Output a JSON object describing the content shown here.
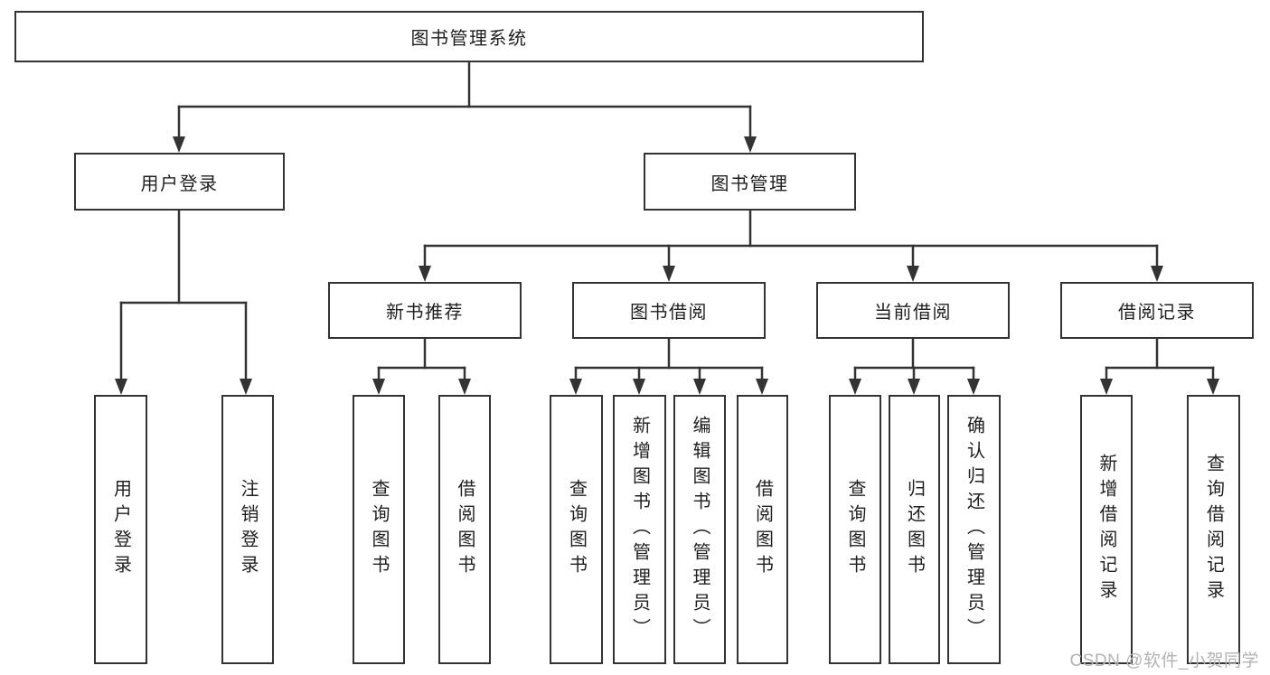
{
  "diagram": {
    "root": {
      "label": "图书管理系统"
    },
    "user_login": {
      "label": "用户登录",
      "leaves": [
        "用户登录",
        "注销登录"
      ]
    },
    "book_mgmt": {
      "label": "图书管理",
      "sections": {
        "new_book_rec": {
          "label": "新书推荐",
          "leaves": [
            "查询图书",
            "借阅图书"
          ]
        },
        "book_borrow": {
          "label": "图书借阅",
          "leaves": [
            "查询图书",
            "新增图书（管理员）",
            "编辑图书（管理员）",
            "借阅图书"
          ]
        },
        "current_borrow": {
          "label": "当前借阅",
          "leaves": [
            "查询图书",
            "归还图书",
            "确认归还（管理员）"
          ]
        },
        "borrow_records": {
          "label": "借阅记录",
          "leaves": [
            "新增借阅记录",
            "查询借阅记录"
          ]
        }
      }
    }
  },
  "watermark": {
    "text": "CSDN @软件_小贺同学"
  },
  "colors": {
    "line": "#333333",
    "text": "#1f1f1f",
    "box_background": "#ffffff",
    "watermark": "#b3b3b3",
    "canvas": "#ffffff"
  }
}
